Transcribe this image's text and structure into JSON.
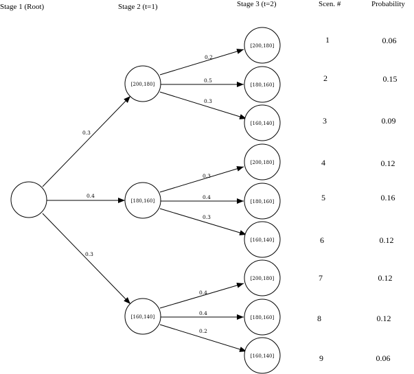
{
  "headers": {
    "stage1": "Stage 1 (Root)",
    "stage2": "Stage 2 (t=1)",
    "stage3": "Stage 3 (t=2)",
    "scen": "Scen. #",
    "prob": "Probability"
  },
  "root": {
    "label": ""
  },
  "stage2": [
    {
      "label": "[200,180]",
      "prob": "0.3"
    },
    {
      "label": "[180,160]",
      "prob": "0.4"
    },
    {
      "label": "[160,140]",
      "prob": "0.3"
    }
  ],
  "stage3": [
    {
      "label": "[200,180]",
      "prob": "0.2",
      "scenario": "1",
      "probability": "0.06"
    },
    {
      "label": "[180,160]",
      "prob": "0.5",
      "scenario": "2",
      "probability": "0.15"
    },
    {
      "label": "[160,140]",
      "prob": "0.3",
      "scenario": "3",
      "probability": "0.09"
    },
    {
      "label": "[200,180]",
      "prob": "0.3",
      "scenario": "4",
      "probability": "0.12"
    },
    {
      "label": "[180,160]",
      "prob": "0.4",
      "scenario": "5",
      "probability": "0.16"
    },
    {
      "label": "[160,140]",
      "prob": "0.3",
      "scenario": "6",
      "probability": "0.12"
    },
    {
      "label": "[200,180]",
      "prob": "0.4",
      "scenario": "7",
      "probability": "0.12"
    },
    {
      "label": "[180,160]",
      "prob": "0.4",
      "scenario": "8",
      "probability": "0.12"
    },
    {
      "label": "[160,140]",
      "prob": "0.2",
      "scenario": "9",
      "probability": "0.06"
    }
  ]
}
